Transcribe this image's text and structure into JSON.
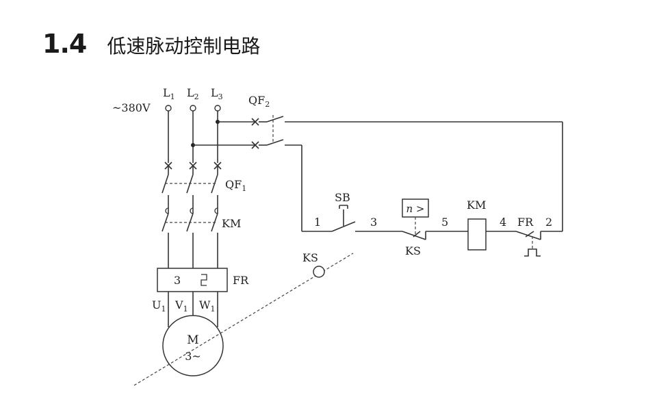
{
  "title": {
    "number": "1.4",
    "text": "低速脉动控制电路"
  },
  "diagram": {
    "supply": {
      "voltage": "~380V",
      "phases": [
        "L",
        "L",
        "L"
      ],
      "phase_subs": [
        "1",
        "2",
        "3"
      ]
    },
    "breaker_main": {
      "label": "QF",
      "sub": "1"
    },
    "breaker_ctrl": {
      "label": "QF",
      "sub": "2"
    },
    "contactor": {
      "label": "KM"
    },
    "thermal_relay": {
      "label": "FR",
      "number": "3"
    },
    "motor": {
      "label": "M",
      "phase_label": "3~",
      "terminals": [
        "U",
        "V",
        "W"
      ],
      "terminal_sub": "1"
    },
    "speed_relay_shaft": {
      "label": "KS"
    },
    "control": {
      "button": "SB",
      "speed_switch": "KS",
      "speed_symbol": "n >",
      "coil": "KM",
      "overload_contact": "FR",
      "nodes": [
        "1",
        "3",
        "5",
        "4",
        "2"
      ]
    }
  }
}
